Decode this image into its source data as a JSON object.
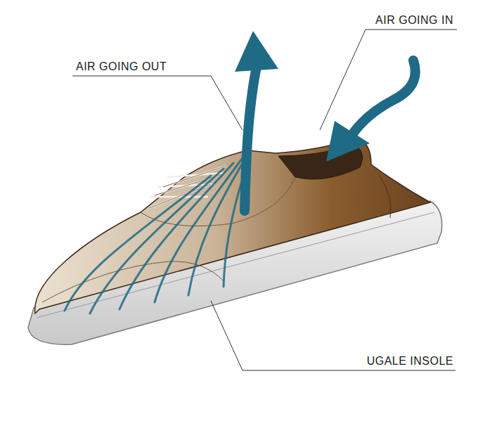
{
  "diagram": {
    "labels": [
      "AIR GOING OUT",
      "AIR GOING IN",
      "UGALE INSOLE"
    ]
  }
}
